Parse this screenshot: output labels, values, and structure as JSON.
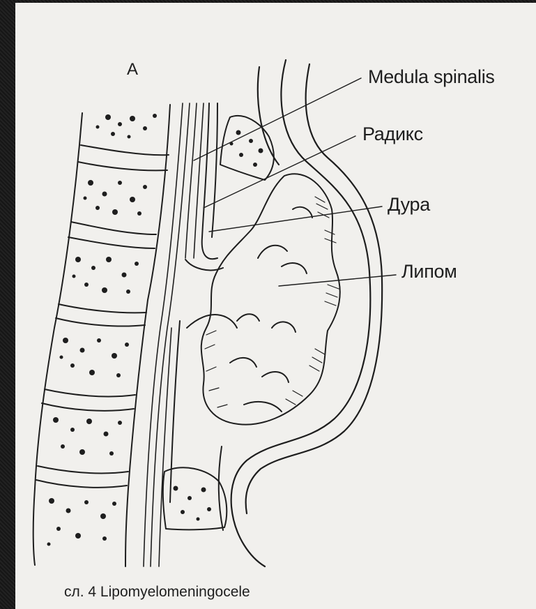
{
  "figure": {
    "panel_letter": "A",
    "labels": {
      "medula_spinalis": "Medula spinalis",
      "radiks": "Радикс",
      "dura": "Дура",
      "lipom": "Липом"
    },
    "caption": "сл. 4 Lipomyelomeningocele"
  },
  "colors": {
    "paper": "#f1f0ed",
    "ink": "#1e1e1e",
    "border": "#1c1c1c"
  }
}
